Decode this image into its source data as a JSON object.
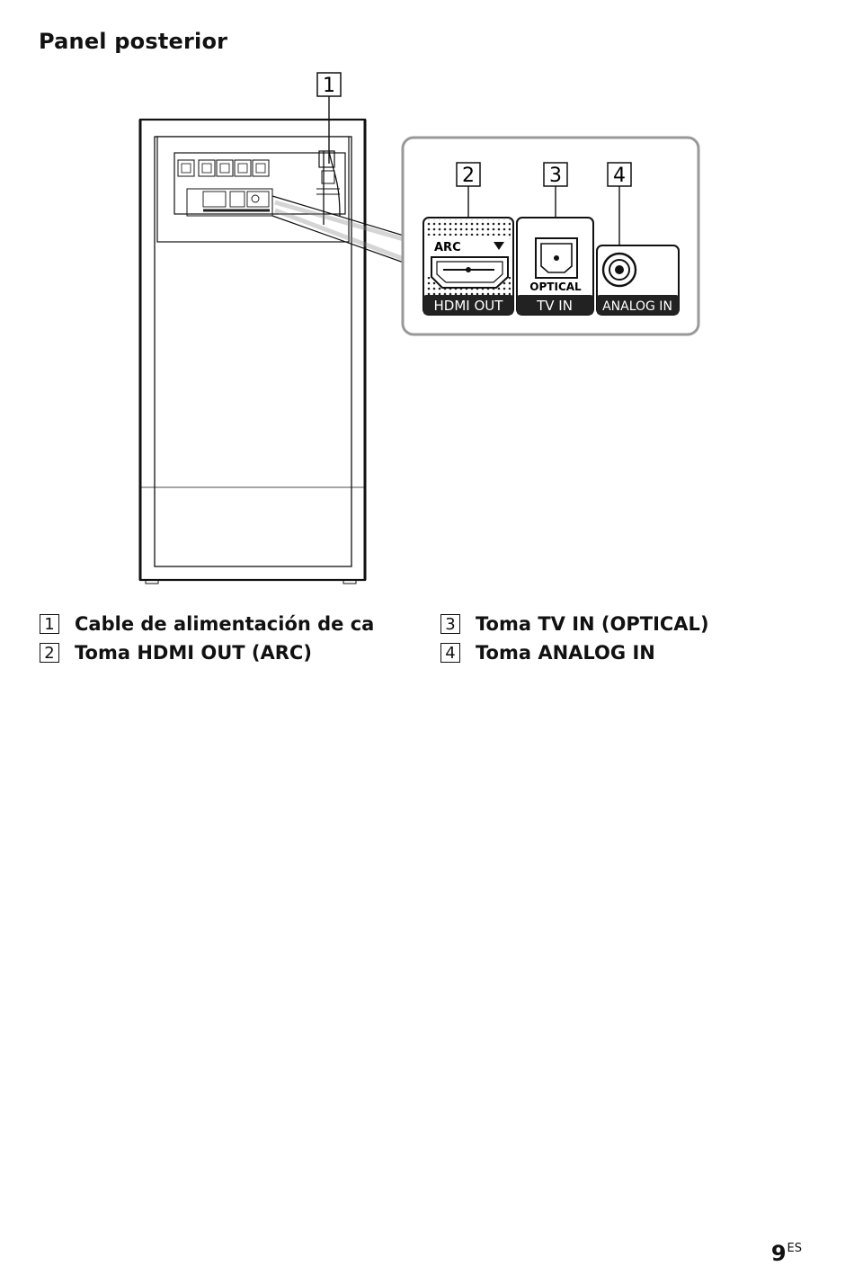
{
  "page": {
    "title": "Panel posterior",
    "page_number": "9",
    "page_suffix": "ES"
  },
  "diagram": {
    "callouts": [
      "1",
      "2",
      "3",
      "4"
    ],
    "ports": {
      "hdmi_out": "HDMI OUT",
      "arc": "ARC",
      "optical": "OPTICAL",
      "tv_in": "TV IN",
      "analog_in": "ANALOG IN"
    }
  },
  "legend": [
    {
      "num": "1",
      "text": "Cable de alimentación de ca"
    },
    {
      "num": "2",
      "text": "Toma HDMI OUT (ARC)"
    },
    {
      "num": "3",
      "text": "Toma TV IN (OPTICAL)"
    },
    {
      "num": "4",
      "text": "Toma ANALOG IN"
    }
  ]
}
